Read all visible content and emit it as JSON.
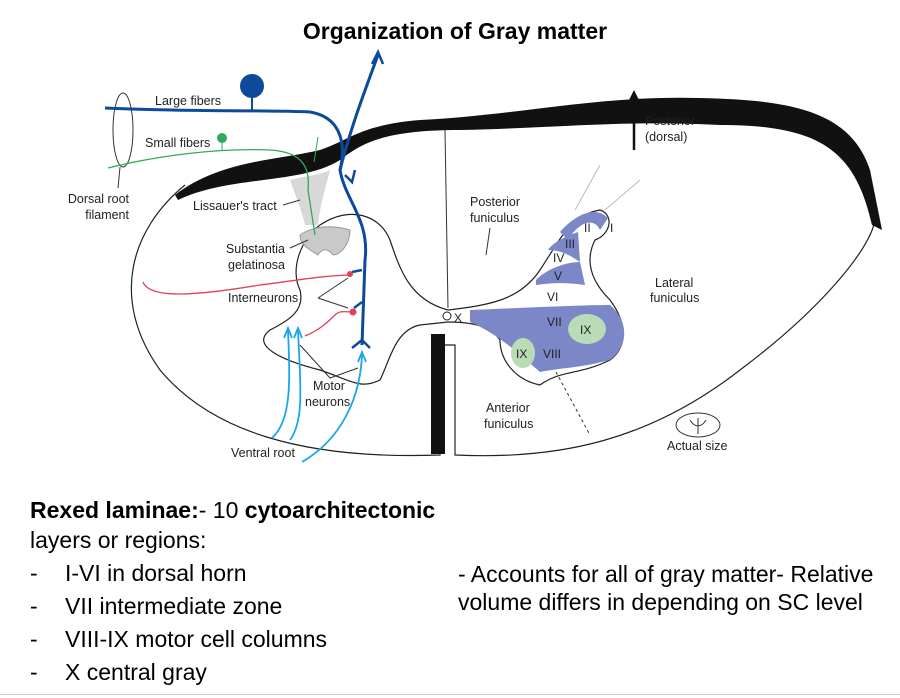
{
  "slide": {
    "title": "Organization of Gray matter"
  },
  "diagram": {
    "labels": {
      "large_fibers": "Large fibers",
      "small_fibers": "Small fibers",
      "dorsal_root_1": "Dorsal root",
      "dorsal_root_2": "filament",
      "lissauer": "Lissauer's tract",
      "substantia_1": "Substantia",
      "substantia_2": "gelatinosa",
      "interneurons": "Interneurons",
      "motor_1": "Motor",
      "motor_2": "neurons",
      "ventral_root": "Ventral root",
      "posterior_funiculus_1": "Posterior",
      "posterior_funiculus_2": "funiculus",
      "lateral_funiculus_1": "Lateral",
      "lateral_funiculus_2": "funiculus",
      "anterior_funiculus_1": "Anterior",
      "anterior_funiculus_2": "funiculus",
      "posterior_dir_1": "Posterior",
      "posterior_dir_2": "(dorsal)",
      "actual_size": "Actual size"
    },
    "laminae": [
      "I",
      "II",
      "III",
      "IV",
      "V",
      "VI",
      "VII",
      "VIII",
      "IX",
      "IX",
      "X"
    ],
    "colors": {
      "lamina_fill": "#7c87c8",
      "motor_column_fill": "#b9dcb6",
      "large_fiber": "#0d4a9a",
      "small_fiber": "#2faa5a",
      "interneuron": "#e0405a",
      "ventral_root": "#1aa6e6"
    }
  },
  "notes": {
    "heading_bold": "Rexed laminae:",
    "heading_rest": "- 10 ",
    "heading_bold2": "cytoarchitectonic",
    "heading_line2": "layers or regions:",
    "items": [
      "I-VI in dorsal horn",
      "VII intermediate zone",
      "VIII-IX motor cell columns",
      "X central gray"
    ],
    "side_text": "- Accounts for all of gray matter- Relative volume differs in depending on SC level"
  }
}
